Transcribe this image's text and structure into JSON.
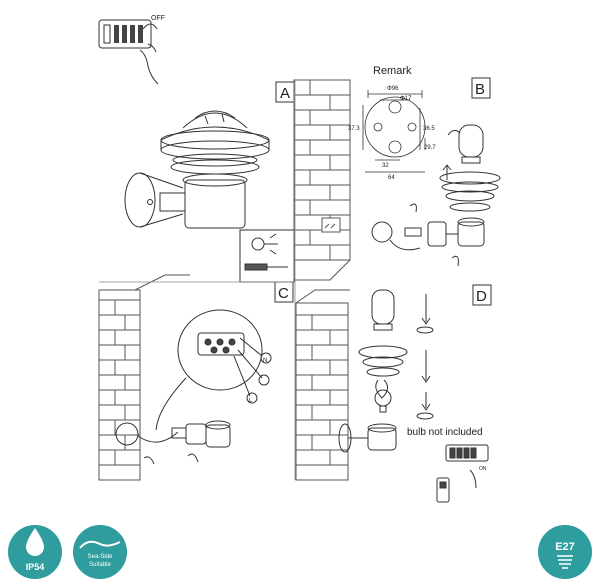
{
  "switch": {
    "off_label": "OFF",
    "on_label": "ON"
  },
  "panels": {
    "a": "A",
    "b": "B",
    "c": "C",
    "d": "D"
  },
  "remark": {
    "title": "Remark",
    "dim_outer": "Φ96",
    "dim_inner": "Φ17",
    "dim_left": "37.3",
    "dim_right": "36.5",
    "dim_small": "29.7",
    "dim_bottom1": "32",
    "dim_bottom2": "64"
  },
  "wiring": {
    "neutral": "N",
    "live": "L"
  },
  "note": {
    "bulb": "bulb not included"
  },
  "badges": {
    "ip": "IP54",
    "seaside_line1": "Sea-Side",
    "seaside_line2": "Suitable",
    "socket": "E27"
  },
  "colors": {
    "teal": "#2f9c9e",
    "line": "#333333",
    "brick": "#555555"
  }
}
